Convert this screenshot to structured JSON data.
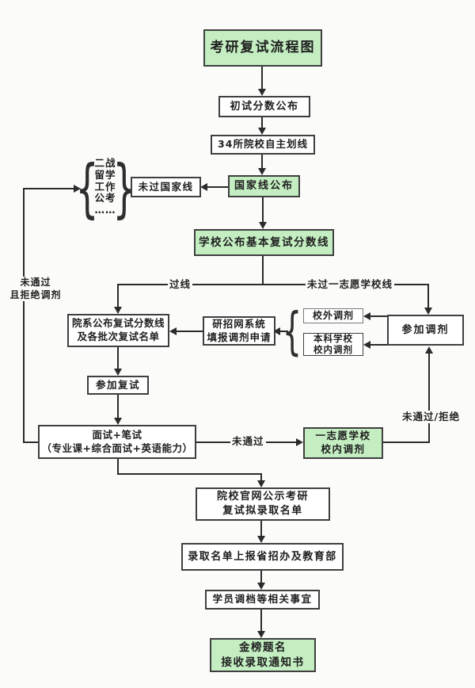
{
  "page": {
    "title": "考研复试流程图",
    "background_color": "#fbfbf9",
    "highlight_color": "#c4eec2",
    "line_color": "#2b2b2b"
  },
  "nodes": {
    "title": {
      "label": "考研复试流程图"
    },
    "init_score": {
      "label": "初试分数公布"
    },
    "line34": {
      "label": "34所院校自主划线"
    },
    "national_line": {
      "label": "国家线公布"
    },
    "fail_national": {
      "label": "未过国家线"
    },
    "retry_options": {
      "label": "二战\n留学\n工作\n公考\n……"
    },
    "school_line": {
      "label": "学校公布基本复试分数线"
    },
    "dept_line": {
      "label": "院系公布复试分数线\n及各批次复试名单"
    },
    "yanzhao_system": {
      "label": "研招网系统\n填报调剂申请"
    },
    "external_tiaoji": {
      "label": "校外调剂"
    },
    "undergrad_tiaoji": {
      "label": "本科学校\n校内调剂"
    },
    "join_tiaoji": {
      "label": "参加调剂"
    },
    "join_fushi": {
      "label": "参加复试"
    },
    "interview": {
      "label": "面试+笔试\n（专业课+综合面试+英语能力）"
    },
    "first_choice_tiaoji": {
      "label": "一志愿学校\n校内调剂"
    },
    "announce_list": {
      "label": "院校官网公示考研\n复试拟录取名单"
    },
    "report_list": {
      "label": "录取名单上报省招办及教育部"
    },
    "archive": {
      "label": "学员调档等相关事宜"
    },
    "final": {
      "label": "金榜题名\n接收录取通知书"
    }
  },
  "edge_labels": {
    "pass_line": "过线",
    "fail_first_choice_line": "未过一志愿学校线",
    "fail_and_refuse_tiaoji": "未通过\n且拒绝调剂",
    "fail_interview": "未通过",
    "fail_or_refuse": "未通过/拒绝"
  },
  "icons": {
    "brace_left": "{",
    "brace_right": "}"
  }
}
